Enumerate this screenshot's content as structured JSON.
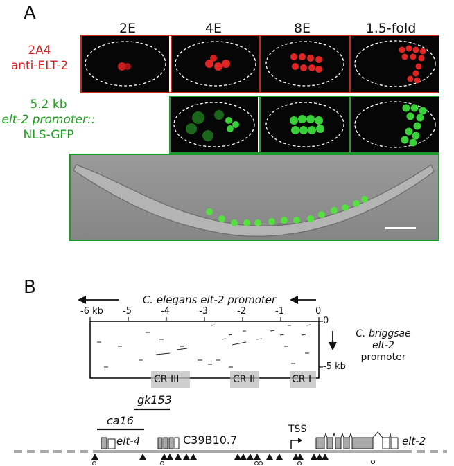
{
  "panel_a": {
    "letter": "A",
    "stages": [
      "2E",
      "4E",
      "8E",
      "1.5-fold"
    ],
    "red_label": [
      "2A4",
      "anti-ELT-2"
    ],
    "green_label": [
      "5.2 kb",
      "elt-2 promoter::",
      "NLS-GFP"
    ]
  },
  "panel_b": {
    "letter": "B",
    "x_axis_title": "C. elegans elt-2 promoter",
    "x_ticks": [
      "-6 kb",
      "-5",
      "-4",
      "-3",
      "-2",
      "-1",
      "0"
    ],
    "y_axis_title": [
      "C. briggsae",
      "elt-2",
      "promoter"
    ],
    "y_ticks": [
      "0",
      "-5 kb"
    ],
    "conserved_regions": [
      "CR III",
      "CR II",
      "CR I"
    ],
    "alleles": [
      "gk153",
      "ca16"
    ],
    "genes": [
      "elt-4",
      "C39B10.7",
      "elt-2"
    ],
    "tss_label": "TSS"
  },
  "colors": {
    "red": "#d4201f",
    "green": "#1ea01e",
    "gray": "#aaaaaa"
  }
}
